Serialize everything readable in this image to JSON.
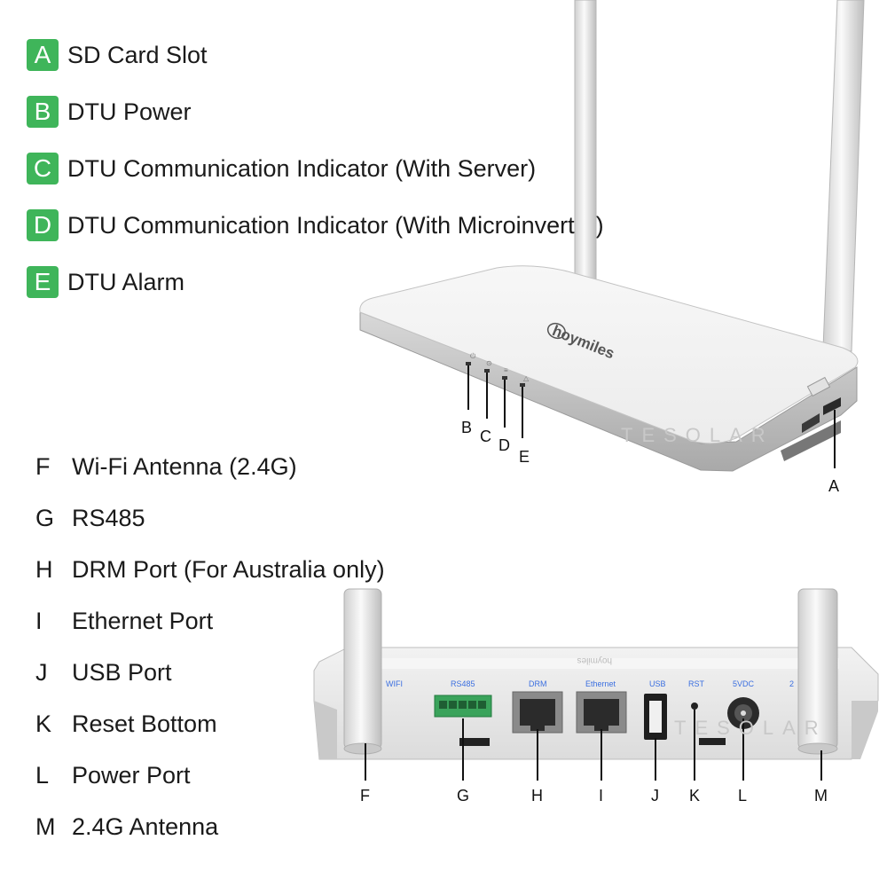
{
  "top_legend": [
    {
      "letter": "A",
      "text": "SD Card Slot"
    },
    {
      "letter": "B",
      "text": "DTU Power"
    },
    {
      "letter": "C",
      "text": "DTU Communication Indicator (With Server)"
    },
    {
      "letter": "D",
      "text": "DTU Communication Indicator (With Microinverter)"
    },
    {
      "letter": "E",
      "text": "DTU Alarm"
    }
  ],
  "bottom_legend": [
    {
      "letter": "F",
      "text": "Wi-Fi Antenna (2.4G)"
    },
    {
      "letter": "G",
      "text": "RS485"
    },
    {
      "letter": "H",
      "text": "DRM Port (For Australia only)"
    },
    {
      "letter": "I",
      "text": "Ethernet Port"
    },
    {
      "letter": "J",
      "text": "USB Port"
    },
    {
      "letter": "K",
      "text": "Reset Bottom"
    },
    {
      "letter": "L",
      "text": "Power Port"
    },
    {
      "letter": "M",
      "text": "2.4G Antenna"
    }
  ],
  "top_device": {
    "brand": "hoymiles",
    "callouts": {
      "a": "A",
      "b": "B",
      "c": "C",
      "d": "D",
      "e": "E"
    },
    "watermark": "TESOLAR"
  },
  "rear_device": {
    "brand": "hoymiles",
    "port_labels": {
      "wifi": "WIFI",
      "rs485": "RS485",
      "drm": "DRM",
      "ethernet": "Ethernet",
      "usb": "USB",
      "rst": "RST",
      "vdc": "5VDC",
      "ant2": "2"
    },
    "callouts": {
      "f": "F",
      "g": "G",
      "h": "H",
      "i": "I",
      "j": "J",
      "k": "K",
      "l": "L",
      "m": "M"
    },
    "watermark": "TESOLAR"
  },
  "colors": {
    "badge": "#3fb55a",
    "port_label": "#3b6fe0"
  }
}
